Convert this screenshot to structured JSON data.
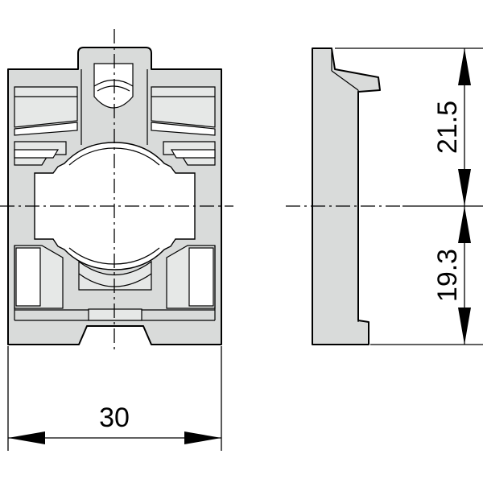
{
  "dimensions": {
    "width": "30",
    "upper_height": "21.5",
    "lower_height": "19.3"
  }
}
